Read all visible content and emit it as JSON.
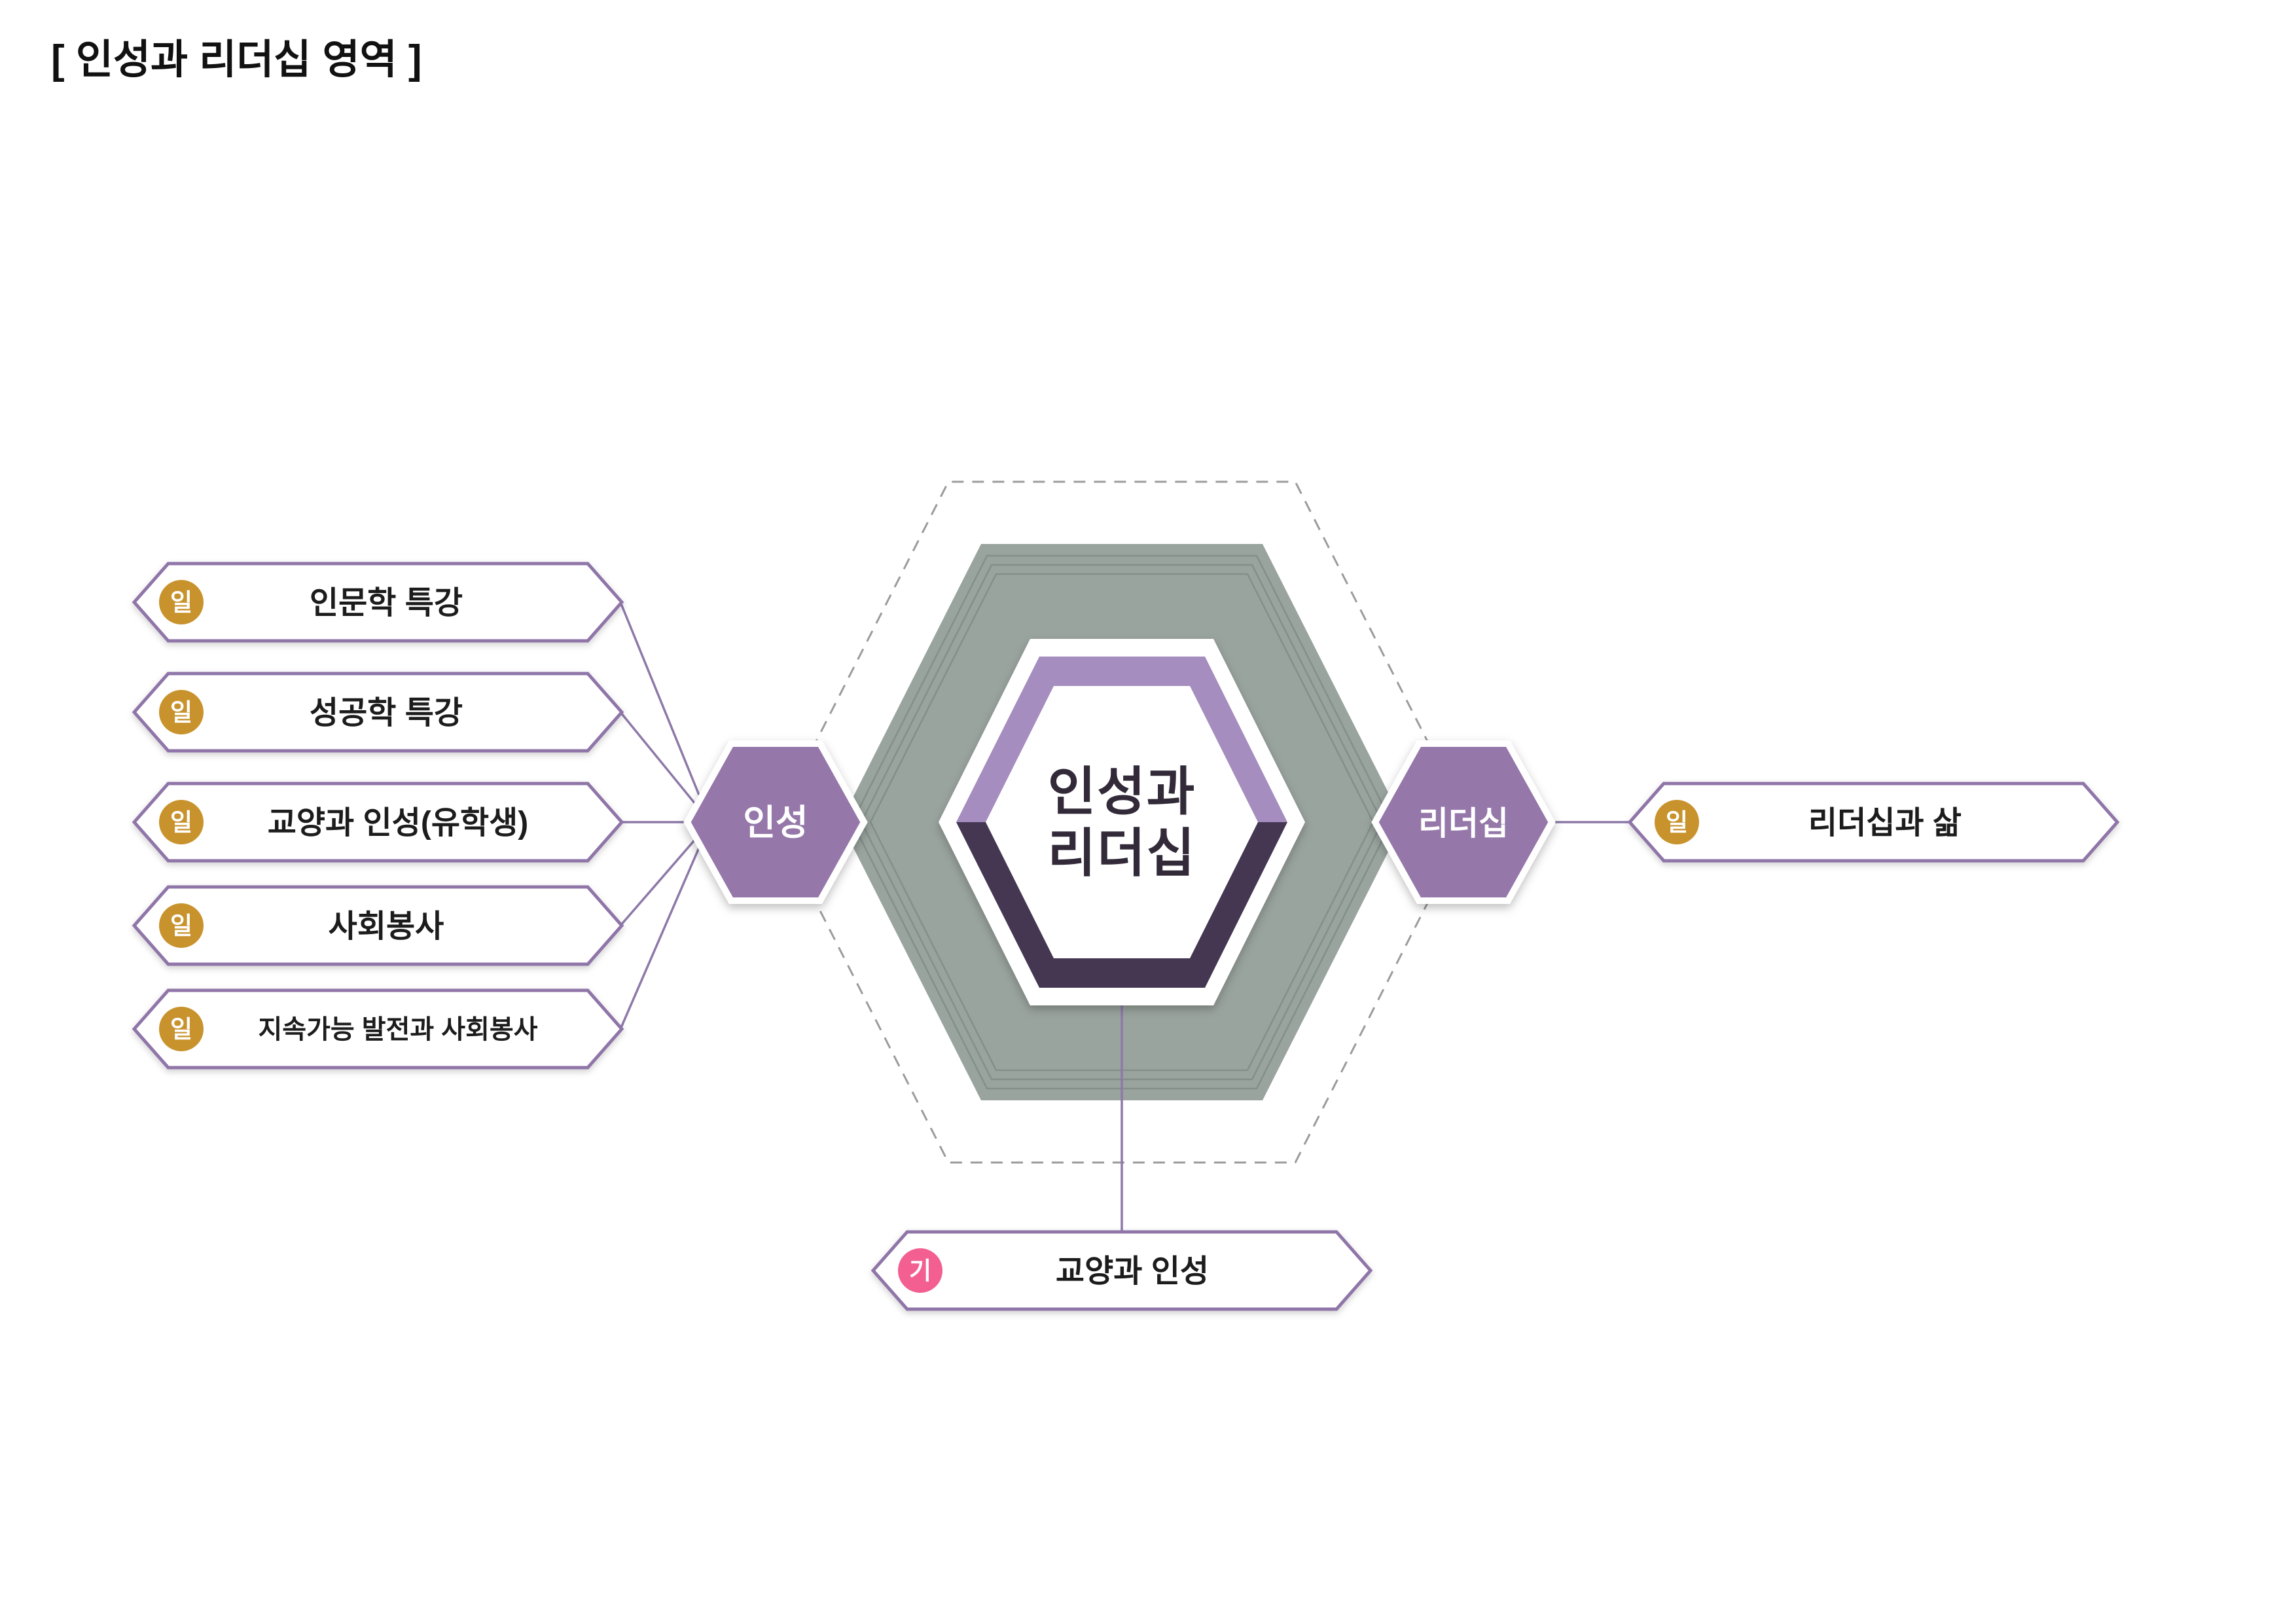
{
  "title": "[ 인성과 리더십 영역 ]",
  "center_hex": {
    "line1": "인성과",
    "line2": "리더십"
  },
  "left_hex": {
    "label": "인성"
  },
  "right_hex": {
    "label": "리더십"
  },
  "left_items": [
    {
      "badge": "일",
      "label": "인문학 특강"
    },
    {
      "badge": "일",
      "label": "성공학 특강"
    },
    {
      "badge": "일",
      "label": "교양과 인성(유학생)"
    },
    {
      "badge": "일",
      "label": "사회봉사"
    },
    {
      "badge": "일",
      "label": "지속가능 발전과 사회봉사"
    }
  ],
  "right_items": [
    {
      "badge": "일",
      "label": "리더십과 삶"
    }
  ],
  "bottom_items": [
    {
      "badge": "기",
      "label": "교양과 인성"
    }
  ],
  "colors": {
    "small_hex_purple": "#9577a9",
    "band_light_purple": "#a58dbf",
    "band_dark_purple": "#453751",
    "banner_border_purple": "#8f74a8",
    "connector_purple": "#8d79a8",
    "gray_hexagon": "#9aa49e",
    "badge_gold": "#c8932d",
    "badge_pink": "#f25f90"
  }
}
